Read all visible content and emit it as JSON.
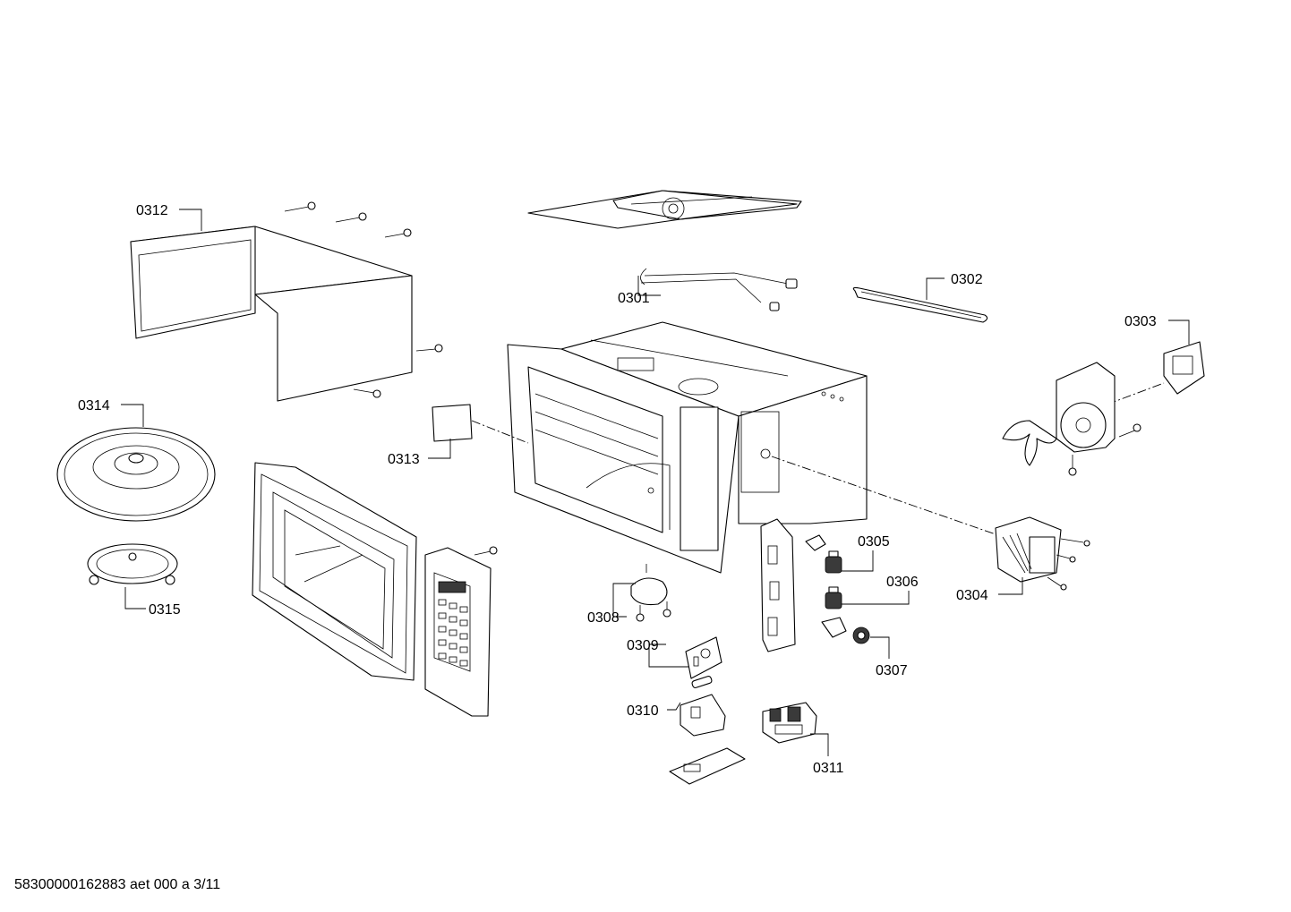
{
  "callouts": {
    "c0301": "0301",
    "c0302": "0302",
    "c0303": "0303",
    "c0304": "0304",
    "c0305": "0305",
    "c0306": "0306",
    "c0307": "0307",
    "c0308": "0308",
    "c0309": "0309",
    "c0310": "0310",
    "c0311": "0311",
    "c0312": "0312",
    "c0313": "0313",
    "c0314": "0314",
    "c0315": "0315"
  },
  "footer": {
    "doc_id": "58300000162883 aet 000 a 3/11"
  },
  "colors": {
    "line": "#000000",
    "background": "#ffffff"
  }
}
